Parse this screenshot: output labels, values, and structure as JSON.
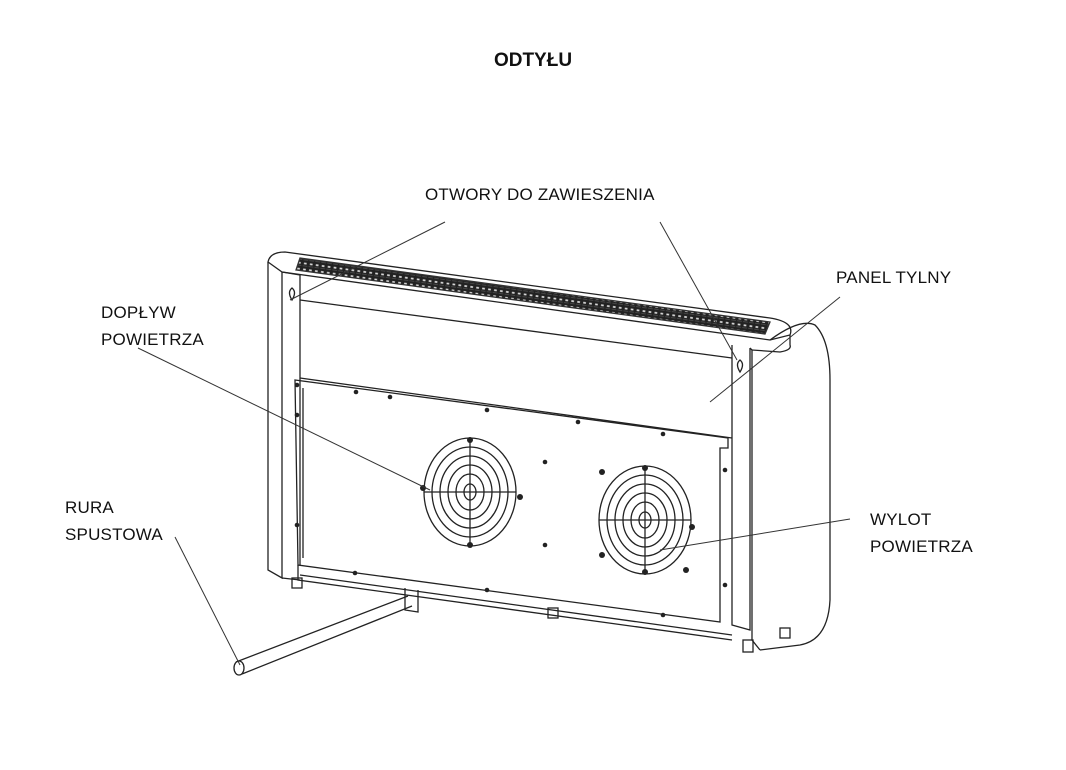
{
  "title": "ODTYŁU",
  "labels": {
    "mounting_holes": "OTWORY DO ZAWIESZENIA",
    "back_panel": "PANEL TYLNY",
    "air_inlet": [
      "DOPŁYW",
      "POWIETRZA"
    ],
    "drain_pipe": [
      "RURA",
      "SPUSTOWA"
    ],
    "air_outlet": [
      "WYLOT",
      "POWIETRZA"
    ]
  }
}
